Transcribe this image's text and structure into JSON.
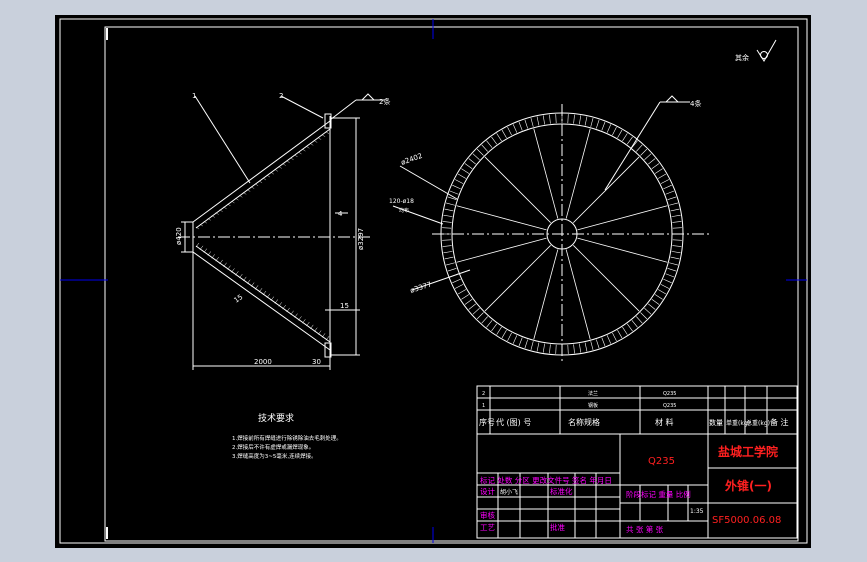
{
  "colors": {
    "background": "#c9d0dc",
    "paper": "#000000",
    "line": "#ffffff",
    "dim": "#ffffff",
    "magenta": "#ff00ff",
    "red": "#ff2020",
    "blue": "#0000cc",
    "yellow_text": "#ffffff"
  },
  "side_view": {
    "leader_1": "1",
    "leader_2": "2",
    "weld_note": "2条",
    "dim_d420": "ø420",
    "dim_d3297": "ø3297",
    "dim_15_slant": "15",
    "dim_15": "15",
    "dim_30": "30",
    "dim_2000": "2000",
    "dim_sharp": "4"
  },
  "top_view": {
    "weld_note": "4条",
    "dim_d2402": "ø2402",
    "dim_d3377": "ø3377",
    "hole_note": "120-ø18",
    "hole_note2": "均布"
  },
  "roughness": {
    "label": "其余"
  },
  "tech_req": {
    "title": "技术要求",
    "items": [
      "1.焊接前所有焊缝进行除锈除油去毛刺处理。",
      "2.焊接后不许有虚焊或漏焊现象。",
      "3.焊缝高度为3~5毫米,连续焊接。"
    ]
  },
  "bom": {
    "rows": [
      {
        "no": "2",
        "name": "法兰",
        "material": "Q235"
      },
      {
        "no": "1",
        "name": "钢板",
        "material": "Q235"
      }
    ],
    "headers": {
      "no": "序号",
      "code": "代 (图) 号",
      "name": "名称规格",
      "material": "材 料",
      "qty": "数量",
      "unit_wt": "单重(kg)",
      "total_wt": "总重(kg)",
      "note": "备 注"
    }
  },
  "title_block": {
    "material": "Q235",
    "school": "盐城工学院",
    "part_name": "外锥(一)",
    "drawing_no": "SF5000.06.08",
    "rev_row": "标记 处数 分区 更改文件号 签名 年月日",
    "stage_row": "阶段标记 重量 比例",
    "scale": "1:35",
    "sheet_row": "共 张 第 张",
    "design_label": "设计",
    "designer": "胡小飞",
    "standard_label": "标准化",
    "check_label": "审核",
    "process_label": "工艺",
    "approve_label": "批准"
  }
}
